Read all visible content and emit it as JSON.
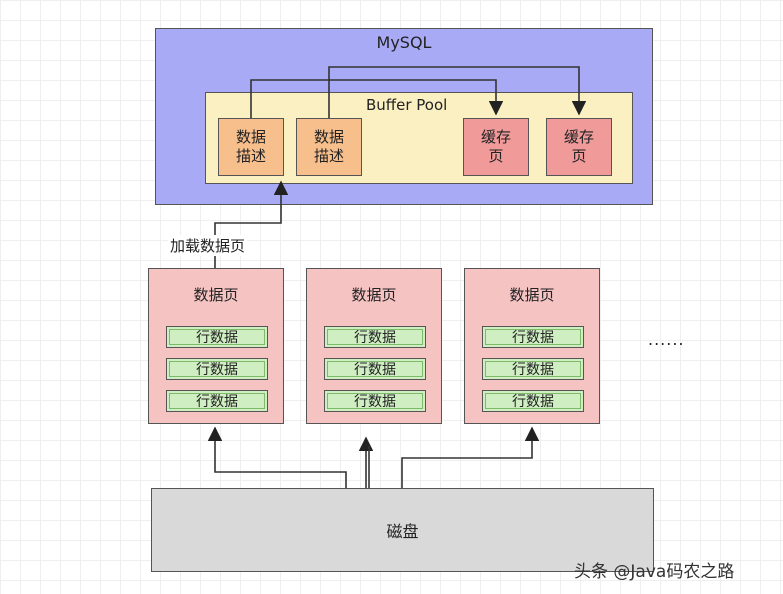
{
  "mysql": {
    "title": "MySQL"
  },
  "buffer_pool": {
    "title": "Buffer Pool",
    "items": [
      {
        "kind": "desc",
        "label": "数据\n描述"
      },
      {
        "kind": "desc",
        "label": "数据\n描述"
      },
      {
        "kind": "cache",
        "label": "缓存\n页"
      },
      {
        "kind": "cache",
        "label": "缓存\n页"
      }
    ]
  },
  "load_label": "加载数据页",
  "data_pages": [
    {
      "title": "数据页",
      "rows": [
        "行数据",
        "行数据",
        "行数据"
      ]
    },
    {
      "title": "数据页",
      "rows": [
        "行数据",
        "行数据",
        "行数据"
      ]
    },
    {
      "title": "数据页",
      "rows": [
        "行数据",
        "行数据",
        "行数据"
      ]
    }
  ],
  "ellipsis": "......",
  "disk": {
    "label": "磁盘"
  },
  "watermark": "头条 @Java码农之路",
  "colors": {
    "mysql": "#a9aaf5",
    "buffer_pool": "#fbf0c2",
    "desc": "#f7bf8c",
    "cache": "#f09a9a",
    "page": "#f6c3c3",
    "row": "#cfeec2",
    "disk": "#d9d9d9"
  }
}
